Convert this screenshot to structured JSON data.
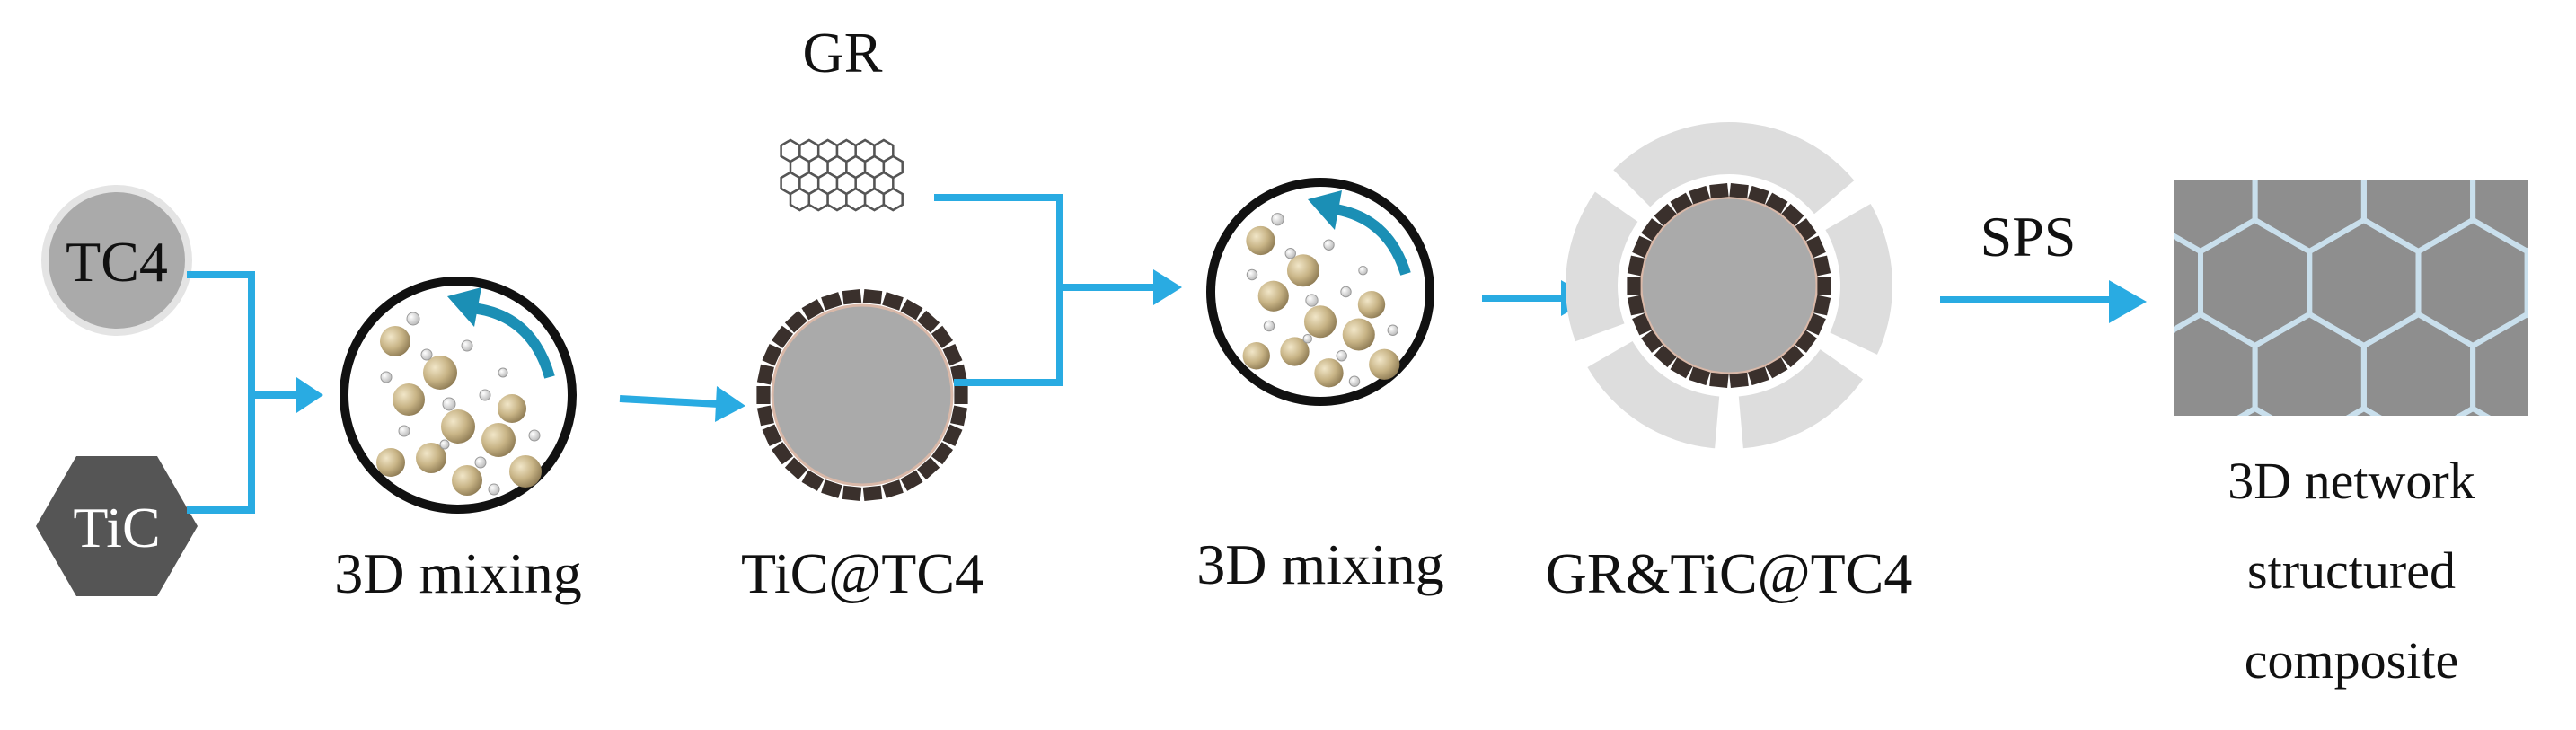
{
  "labels": {
    "tc4": "TC4",
    "tic": "TiC",
    "gr": "GR",
    "mixing_1": "3D mixing",
    "tic_tc4": "TiC@TC4",
    "mixing_2": "3D mixing",
    "gr_tic_tc4": "GR&TiC@TC4",
    "sps": "SPS",
    "result_line1": "3D network",
    "result_line2": "structured",
    "result_line3": "composite"
  },
  "colors": {
    "flow_arrow": "#29abe2",
    "rotation_arrow": "#1b8fb5",
    "powder_gray": "#aaaaaa",
    "tic_hexagon": "#555555",
    "tic_particle": "#3a302c",
    "gr_shell": "#dddddd",
    "composite_bg": "#8e8e8e",
    "network_line": "#c9dfec",
    "particle_gold": "#c4b081"
  },
  "icons": {
    "tc4": "gray-circle-icon",
    "tic": "hexagon-icon",
    "gr": "graphene-sheet-icon",
    "mixer": "mixing-vessel-icon",
    "composite": "hexagon-network-icon"
  }
}
